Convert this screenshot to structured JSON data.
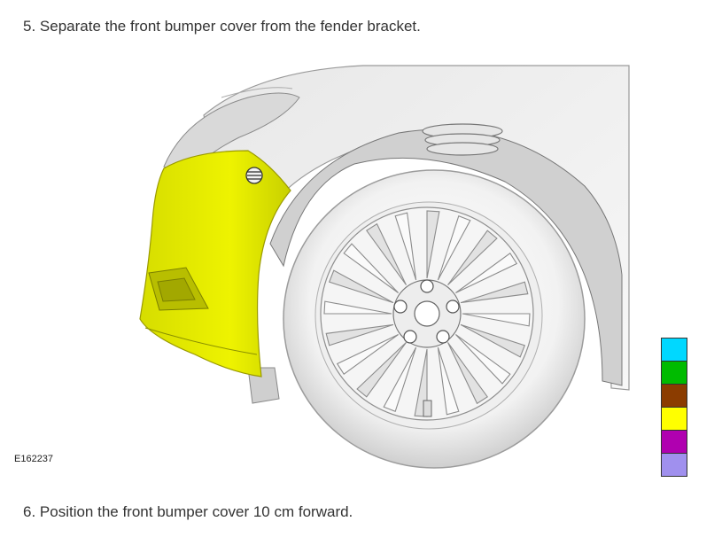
{
  "steps": [
    {
      "text": "5. Separate the front bumper cover from the fender bracket."
    },
    {
      "text": "6. Position the front bumper cover 10 cm forward."
    }
  ],
  "figure": {
    "id": "E162237"
  },
  "legend": {
    "colors": [
      "#00d8ff",
      "#00bb00",
      "#8b3c00",
      "#ffff00",
      "#b000b0",
      "#a090ee"
    ]
  },
  "highlight_color": "#e6ee00"
}
